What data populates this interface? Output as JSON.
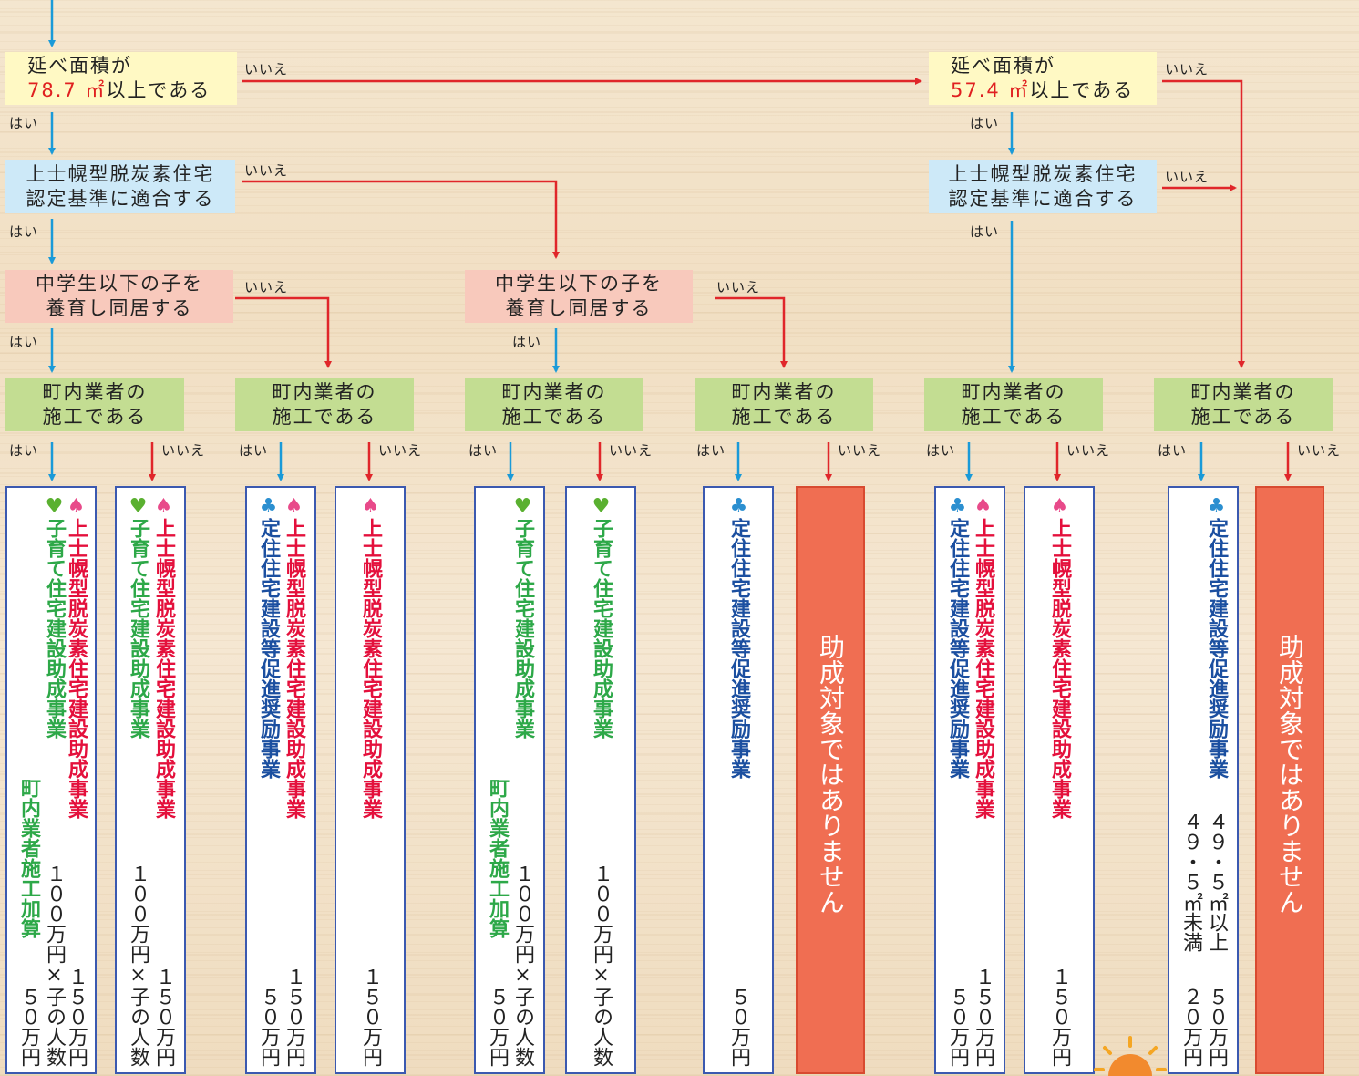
{
  "labels": {
    "yes": "はい",
    "no": "いいえ"
  },
  "q_area_large": {
    "line1": "延べ面積が",
    "value": "78.7 ㎡",
    "suffix": "以上である"
  },
  "q_area_small": {
    "line1": "延べ面積が",
    "value": "57.4 ㎡",
    "suffix": "以上である"
  },
  "q_cert": {
    "line1": "上士幌型脱炭素住宅",
    "line2": "認定基準に適合する"
  },
  "q_child": {
    "line1": "中学生以下の子を",
    "line2": "養育し同居する"
  },
  "q_local": {
    "line1": "町内業者の",
    "line2": "施工である"
  },
  "programs": {
    "kosodate": "子育て住宅建設助成事業",
    "datsutanso": "上士幌型脱炭素住宅建設助成事業",
    "teiju": "定住住宅建設等促進奨励事業"
  },
  "suits": {
    "heart": "♥",
    "spade": "♠",
    "club": "♣"
  },
  "amounts": {
    "a100_per_child": "１００万円×子の人数",
    "a150": "１５０万円",
    "a50": "５０万円",
    "local_bonus": "町内業者施工加算",
    "size_large": "４９・５㎡以上",
    "size_small": "４９・５㎡未満",
    "a20": "２０万円"
  },
  "not_eligible": "助成対象ではありません",
  "colors": {
    "yes_arrow": "#1a9ad8",
    "no_arrow": "#e0262a",
    "result_border": "#3b59b0",
    "not_eligible_bg": "#f06e52"
  }
}
